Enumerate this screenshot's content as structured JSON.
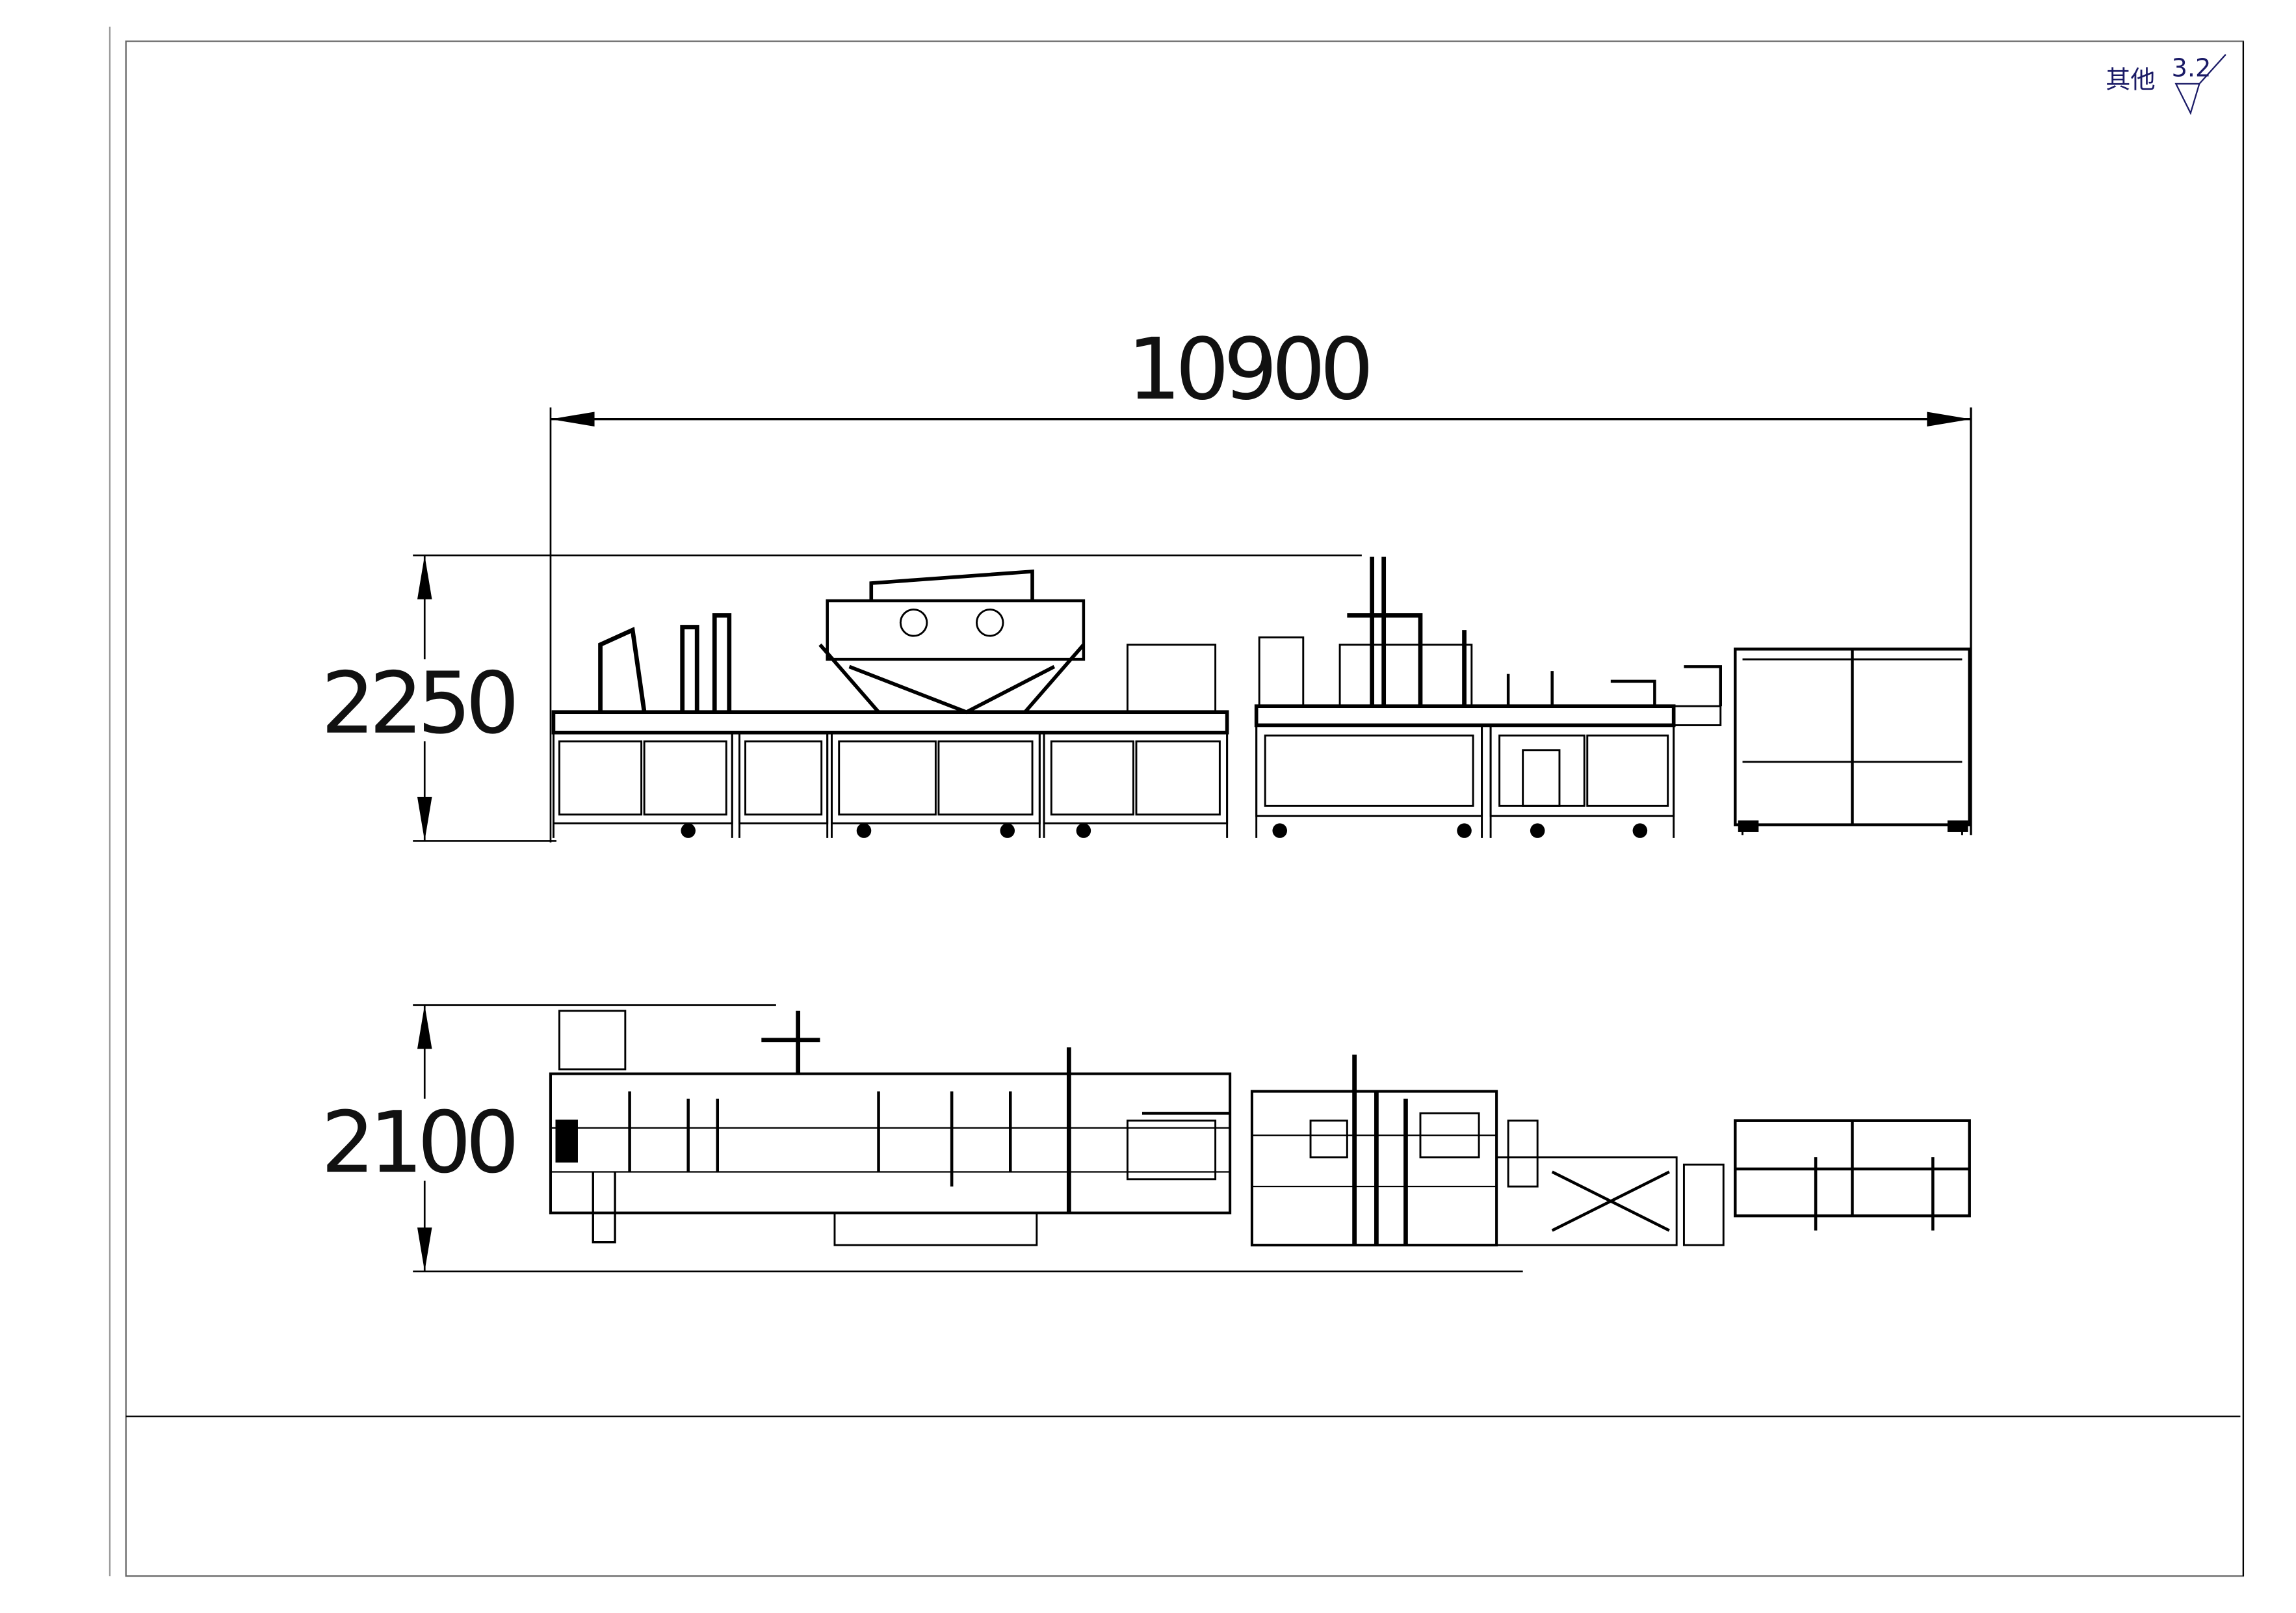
{
  "title_block": {
    "surface_note": "其他",
    "roughness_value": "3.2"
  },
  "dimensions": {
    "overall_length": "10900",
    "side_view_height": "2250",
    "top_view_width": "2100"
  },
  "colors": {
    "line": "#000000",
    "note": "#1a1a66",
    "frame": "#888888"
  }
}
